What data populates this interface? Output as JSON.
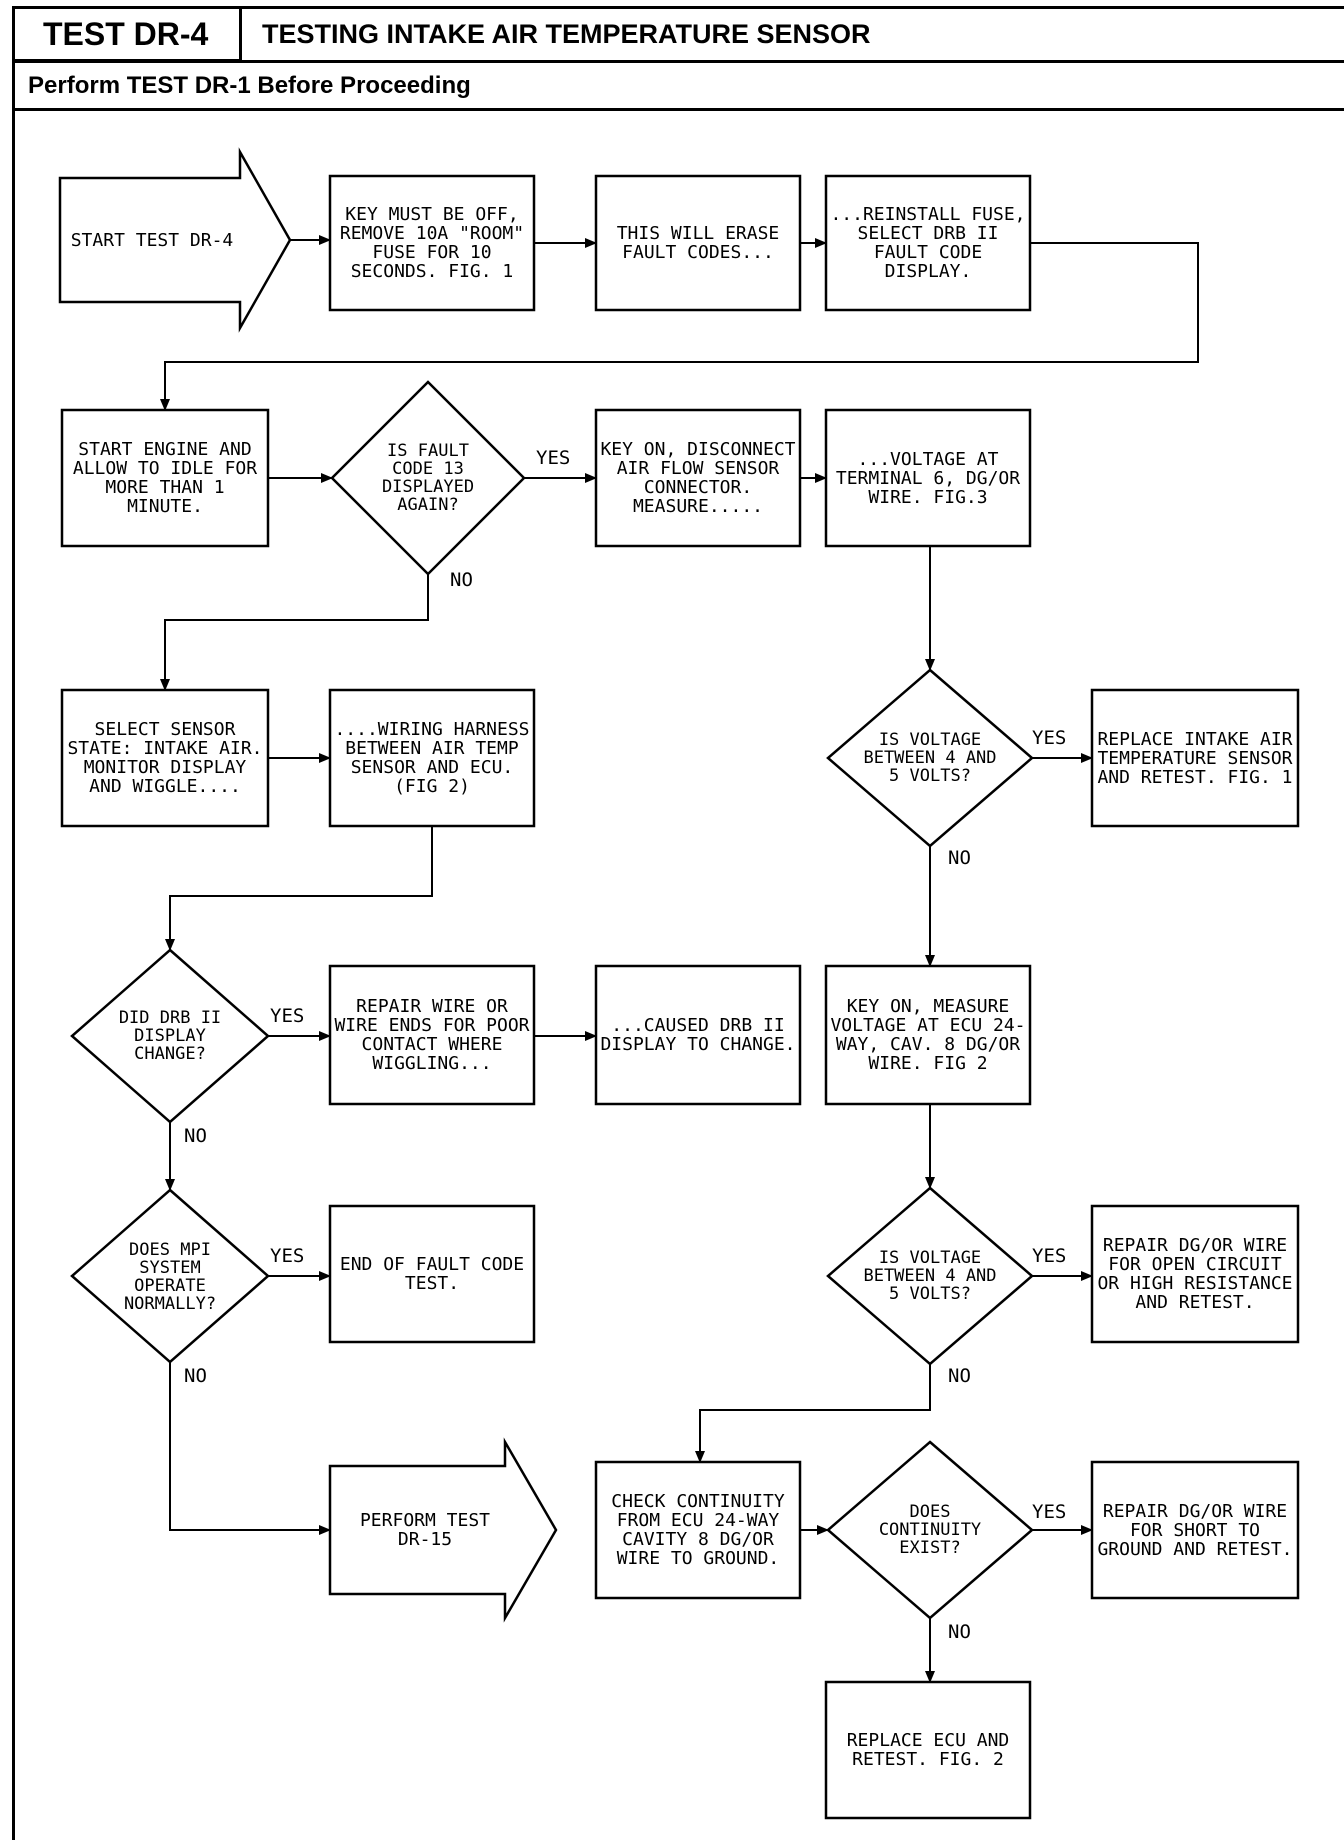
{
  "header": {
    "test_id": "TEST DR-4",
    "title": "TESTING INTAKE AIR TEMPERATURE SENSOR",
    "prerequisite": "Perform TEST DR-1 Before Proceeding"
  },
  "nodes": {
    "start": "START TEST DR-4",
    "key_off": "KEY MUST BE OFF, REMOVE 10A \"ROOM\" FUSE FOR 10 SECONDS. FIG. 1",
    "erase_codes": "THIS WILL ERASE FAULT CODES...",
    "reinstall_fuse": "...REINSTALL FUSE, SELECT DRB II FAULT CODE DISPLAY.",
    "start_engine": "START ENGINE AND ALLOW TO IDLE FOR MORE THAN 1 MINUTE.",
    "q_code13": "IS FAULT CODE 13 DISPLAYED AGAIN?",
    "key_on_disconnect": "KEY ON, DISCONNECT AIR FLOW SENSOR CONNECTOR. MEASURE.....",
    "voltage_terminal": "...VOLTAGE AT TERMINAL 6, DG/OR WIRE. FIG.3",
    "select_sensor": "SELECT SENSOR STATE: INTAKE AIR. MONITOR DISPLAY AND WIGGLE....",
    "wiring_harness": "....WIRING HARNESS BETWEEN AIR TEMP SENSOR AND ECU.(FIG 2)",
    "q_voltage1": "IS VOLTAGE BETWEEN 4 AND 5 VOLTS?",
    "replace_sensor": "REPLACE INTAKE AIR TEMPERATURE SENSOR AND RETEST. FIG. 1",
    "q_drb_change": "DID DRB II DISPLAY CHANGE?",
    "repair_wire": "REPAIR WIRE OR WIRE ENDS FOR POOR CONTACT WHERE WIGGLING...",
    "caused_change": "...CAUSED DRB II DISPLAY TO CHANGE.",
    "key_on_measure": "KEY ON, MEASURE VOLTAGE AT ECU 24-WAY, CAV. 8 DG/OR WIRE. FIG 2",
    "q_mpi": "DOES MPI SYSTEM OPERATE NORMALLY?",
    "end_test": "END OF FAULT CODE TEST.",
    "q_voltage2": "IS VOLTAGE BETWEEN 4 AND 5 VOLTS?",
    "repair_open": "REPAIR DG/OR WIRE FOR OPEN CIRCUIT OR HIGH RESISTANCE AND RETEST.",
    "perform_dr15": "PERFORM TEST DR-15",
    "check_continuity": "CHECK CONTINUITY FROM ECU 24-WAY CAVITY 8 DG/OR WIRE TO GROUND.",
    "q_continuity": "DOES CONTINUITY EXIST?",
    "repair_short": "REPAIR DG/OR WIRE FOR SHORT TO GROUND AND RETEST.",
    "replace_ecu": "REPLACE ECU AND RETEST. FIG. 2"
  },
  "labels": {
    "yes": "YES",
    "no": "NO"
  }
}
